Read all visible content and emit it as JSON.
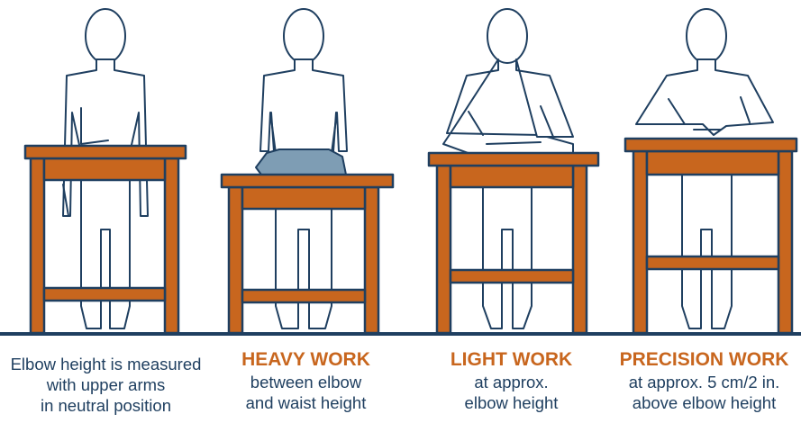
{
  "colors": {
    "wood": "#c8661e",
    "outline": "#1f3f60",
    "object": "#7e9db4",
    "title": "#c8661e"
  },
  "panels": [
    {
      "title": "",
      "lines": [
        "Elbow height is measured",
        "with upper arms",
        "in neutral position"
      ]
    },
    {
      "title": "HEAVY WORK",
      "lines": [
        "between elbow",
        "and waist height"
      ]
    },
    {
      "title": "LIGHT WORK",
      "lines": [
        "at approx.",
        "elbow height"
      ]
    },
    {
      "title": "PRECISION WORK",
      "lines": [
        "at approx. 5 cm/2 in.",
        "above elbow height"
      ]
    }
  ]
}
